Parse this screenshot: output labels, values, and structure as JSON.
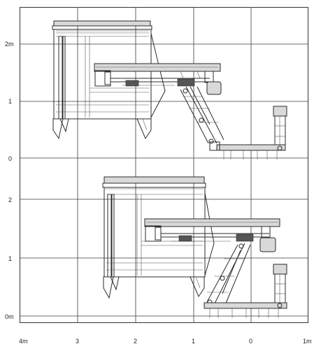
{
  "drawing": {
    "axis_labels": {
      "upper_view_y": [
        "2m",
        "1",
        "0"
      ],
      "lower_view_y": [
        "2",
        "1",
        "0m"
      ],
      "x": [
        "4m",
        "3",
        "2",
        "1",
        "0",
        "1m"
      ]
    }
  },
  "colors": {
    "line": "#2b2b2b",
    "grid": "#3a3a3a",
    "background": "#ffffff",
    "panel": "#d9d9d9"
  }
}
